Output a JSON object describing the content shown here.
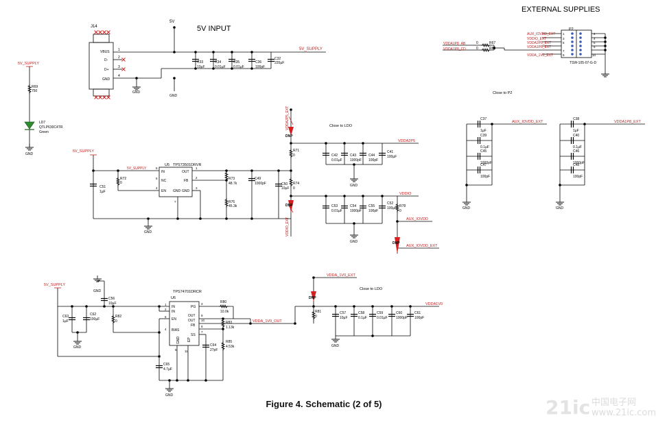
{
  "figure_caption": "Figure 4. Schematic (2 of 5)",
  "watermark": {
    "logo": "21ic",
    "name": "中国电子网",
    "url": "www.21ic.com"
  },
  "headings": {
    "input_5v": "5V INPUT",
    "external_supplies": "EXTERNAL SUPPLIES"
  },
  "notes": {
    "close_to_p2": "Close to P2",
    "close_to_ldo": "Close to LDO"
  },
  "connector_j14": {
    "ref": "J14",
    "pins": [
      "VBUS",
      "D-",
      "D+",
      "GND"
    ],
    "pin_nums": [
      "1",
      "2",
      "3",
      "4"
    ]
  },
  "connector_p2": {
    "ref": "P2",
    "part": "TSW-105-07-G-D",
    "nets": [
      "AUX_IOVDD_EXT",
      "VDDIO_EXT",
      "VDDA2P5_EXT",
      "VDDA1P8_EXT",
      "VDDA_1V0_EXT"
    ],
    "odd_pins": [
      "1",
      "3",
      "5",
      "7",
      "9"
    ],
    "even_pins": [
      "2",
      "4",
      "6",
      "8",
      "10"
    ]
  },
  "vdda1p8_inputs": [
    "VDDA1P8_AB",
    "VDDA1P8_CD"
  ],
  "nets": {
    "supply_5v": "5V_SUPPLY",
    "v5": "5V",
    "gnd": "GND",
    "vdda2p5": "VDDA2P5",
    "vddio": "VDDIO",
    "aux_iovdd": "AUX_IOVDD",
    "aux_iovdd_ext": "AUX_IOVDD_EXT",
    "vdda2p5_ext": "VDDA2P5_EXT",
    "vddio_ext": "VDDIO_EXT",
    "vdda_1v0_ext": "VDDA_1V0_EXT",
    "vdda_1v0_out": "VDDA_1V0_OUT",
    "vdda1v0": "VDDA1V0",
    "vdda1p8_ext": "VDDA1P8_EXT",
    "dnp": "DNP"
  },
  "ics": {
    "u5": {
      "ref": "U5",
      "part": "TPS73501DRVR",
      "pins": [
        "IN",
        "NC",
        "EN",
        "OUT",
        "FB",
        "GND",
        "GND"
      ],
      "pin_nums": [
        "6",
        "5",
        "4",
        "1",
        "2",
        "3",
        "7"
      ]
    },
    "u6": {
      "ref": "U6",
      "part": "TPS74701DRCR",
      "pins": [
        "IN",
        "IN",
        "EN",
        "BIAS",
        "PG",
        "OUT",
        "OUT",
        "FB",
        "SS",
        "GND",
        "EP"
      ],
      "pin_nums": [
        "1",
        "2",
        "5",
        "4",
        "3",
        "9",
        "10",
        "8",
        "7",
        "6",
        "11"
      ]
    }
  },
  "led": {
    "ref": "LD7",
    "part": "QTLP630C4TR",
    "color": "Green",
    "led_color_hex": "#2e8b2e"
  },
  "components": [
    {
      "ref": "R69",
      "value": "750"
    },
    {
      "ref": "C33",
      "value": "10µF"
    },
    {
      "ref": "C34",
      "value": "0.01µF"
    },
    {
      "ref": "C35",
      "value": "0.01µF"
    },
    {
      "ref": "C36",
      "value": "100pF"
    },
    {
      "ref": "C32",
      "value": "220µF"
    },
    {
      "ref": "R67",
      "value": "0"
    },
    {
      "ref": "R68",
      "value": "0"
    },
    {
      "ref": "R72",
      "value": "0"
    },
    {
      "ref": "C51",
      "value": "1µF"
    },
    {
      "ref": "R73",
      "value": "48.7k"
    },
    {
      "ref": "R76",
      "value": "45.3k"
    },
    {
      "ref": "C49",
      "value": "1000pF"
    },
    {
      "ref": "C50",
      "value": "10µF"
    },
    {
      "ref": "R71",
      "value": "0"
    },
    {
      "ref": "R74",
      "value": "0"
    },
    {
      "ref": "C42",
      "value": "0.01µF"
    },
    {
      "ref": "C43",
      "value": "1000pF"
    },
    {
      "ref": "C44",
      "value": "100pF"
    },
    {
      "ref": "C41",
      "value": "100µF"
    },
    {
      "ref": "C53",
      "value": "0.01µF"
    },
    {
      "ref": "C54",
      "value": "1000pF"
    },
    {
      "ref": "C55",
      "value": "100pF"
    },
    {
      "ref": "C52",
      "value": "100µF"
    },
    {
      "ref": "R78",
      "value": "0"
    },
    {
      "ref": "C37",
      "value": "1µF"
    },
    {
      "ref": "C39",
      "value": "0.1µF"
    },
    {
      "ref": "C45",
      "value": "1000pF"
    },
    {
      "ref": "C47",
      "value": "100pF"
    },
    {
      "ref": "C38",
      "value": "1µF"
    },
    {
      "ref": "C40",
      "value": "0.1µF"
    },
    {
      "ref": "C46",
      "value": "1000pF"
    },
    {
      "ref": "C48",
      "value": "100pF"
    },
    {
      "ref": "C56",
      "value": "10µF"
    },
    {
      "ref": "C63",
      "value": "1µF"
    },
    {
      "ref": "C62",
      "value": "100µF"
    },
    {
      "ref": "R82",
      "value": "0"
    },
    {
      "ref": "R80",
      "value": "10.0k"
    },
    {
      "ref": "R83",
      "value": "1.13k"
    },
    {
      "ref": "R85",
      "value": "4.53k"
    },
    {
      "ref": "C64",
      "value": "27pF"
    },
    {
      "ref": "C65",
      "value": "4.7µF"
    },
    {
      "ref": "R81",
      "value": "0"
    },
    {
      "ref": "C57",
      "value": "10µF"
    },
    {
      "ref": "C58",
      "value": "0.1µF"
    },
    {
      "ref": "C59",
      "value": "0.01µF"
    },
    {
      "ref": "C60",
      "value": "1000pF"
    },
    {
      "ref": "C61",
      "value": "100pF"
    }
  ]
}
